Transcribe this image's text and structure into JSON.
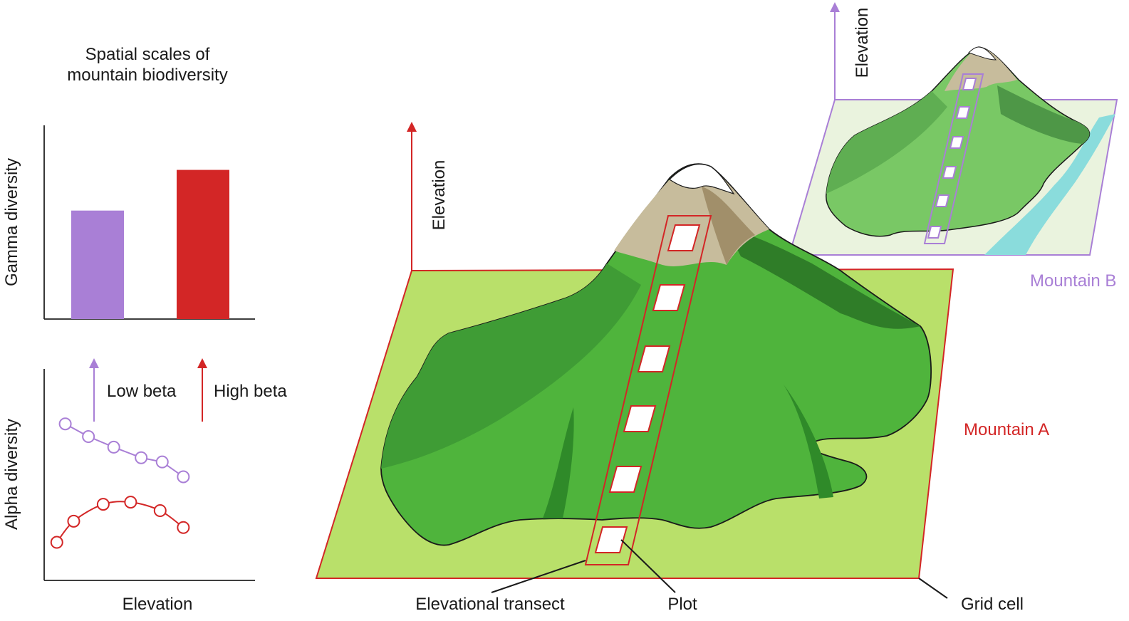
{
  "title_lines": [
    "Spatial scales of",
    "mountain biodiversity"
  ],
  "colors": {
    "low_beta": "#a97fd6",
    "high_beta": "#d32626",
    "grid_a_fill": "#b9e06a",
    "grid_b_fill": "#eaf3de",
    "river": "#8adcdc"
  },
  "gamma_chart": {
    "type": "bar",
    "ylabel": "Gamma diversity",
    "categories": [
      "Low beta",
      "High beta"
    ],
    "values": [
      0.56,
      0.77
    ],
    "ylim": [
      0,
      1
    ]
  },
  "alpha_chart": {
    "type": "line",
    "ylabel": "Alpha diversity",
    "xlabel": "Elevation",
    "low_beta_label": "Low beta",
    "high_beta_label": "High beta",
    "xlim": [
      0,
      10
    ],
    "ylim": [
      0,
      10
    ],
    "series": [
      {
        "key": "low",
        "values": [
          [
            1.0,
            7.4
          ],
          [
            2.1,
            6.8
          ],
          [
            3.3,
            6.3
          ],
          [
            4.6,
            5.8
          ],
          [
            5.6,
            5.6
          ],
          [
            6.6,
            4.9
          ]
        ]
      },
      {
        "key": "high",
        "values": [
          [
            0.6,
            1.8
          ],
          [
            1.4,
            2.8
          ],
          [
            2.8,
            3.6
          ],
          [
            4.1,
            3.7
          ],
          [
            5.5,
            3.3
          ],
          [
            6.6,
            2.5
          ]
        ]
      }
    ]
  },
  "mountain_a": {
    "label": "Mountain A",
    "elevation_label": "Elevation"
  },
  "mountain_b": {
    "label": "Mountain B",
    "elevation_label": "Elevation"
  },
  "callouts": {
    "transect": "Elevational transect",
    "plot": "Plot",
    "grid": "Grid cell"
  }
}
